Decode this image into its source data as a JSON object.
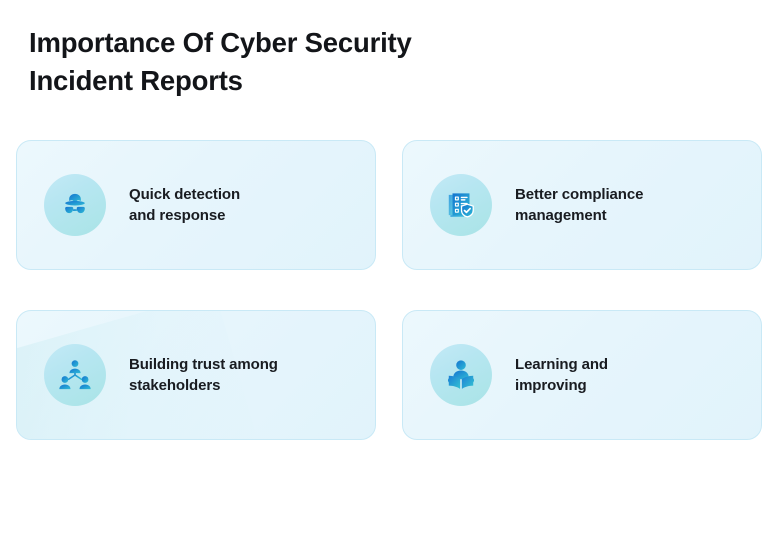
{
  "header": {
    "title": "Importance Of Cyber Security\nIncident Reports"
  },
  "colors": {
    "page_background": "#ffffff",
    "title_text": "#131519",
    "card_background_start": "#ecf8fd",
    "card_background_end": "#e1f3fb",
    "card_border": "#c9e9f6",
    "icon_circle_start": "#c3e9f6",
    "icon_circle_end": "#a9e4e6",
    "icon_gradient_start": "#1474d0",
    "icon_gradient_end": "#2fbcd6",
    "label_text": "#191c21"
  },
  "cards": [
    {
      "id": "quick-detection",
      "label": "Quick detection\nand response",
      "icon": "detective-icon"
    },
    {
      "id": "better-compliance",
      "label": "Better compliance\nmanagement",
      "icon": "compliance-checklist-shield-icon"
    },
    {
      "id": "building-trust",
      "label": "Building trust among\nstakeholders",
      "icon": "team-hierarchy-icon"
    },
    {
      "id": "learning-improving",
      "label": "Learning and\nimproving",
      "icon": "person-reading-book-icon"
    }
  ]
}
